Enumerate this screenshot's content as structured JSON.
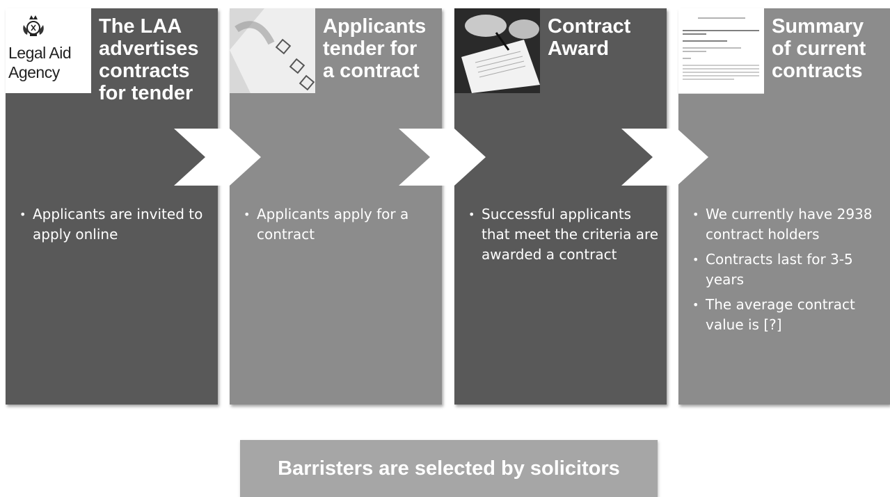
{
  "steps": [
    {
      "title": "The LAA\nadvertises\ncontracts\nfor tender",
      "image": "legal-aid-agency-logo",
      "logo_text": "Legal Aid\nAgency",
      "bullets": [
        "Applicants are invited to apply online"
      ]
    },
    {
      "title": "Applicants\ntender for\na contract",
      "image": "tender-documents-photo",
      "bullets": [
        "Applicants apply for a contract"
      ]
    },
    {
      "title": "Contract\nAward",
      "image": "contract-signing-photo",
      "bullets": [
        "Successful applicants that meet the criteria are awarded a contract"
      ]
    },
    {
      "title": "Summary\nof current\ncontracts",
      "image": "contract-document-thumbnail",
      "bullets": [
        "We currently have 2938 contract holders",
        "Contracts last for 3-5 years",
        "The average contract value is [?]"
      ]
    }
  ],
  "footer": {
    "label": "Barristers are selected by solicitors"
  },
  "colors": {
    "panel_dark": "#595959",
    "panel_light": "#8c8c8c",
    "footer_box": "#a6a6a6",
    "arrow": "#ffffff"
  }
}
